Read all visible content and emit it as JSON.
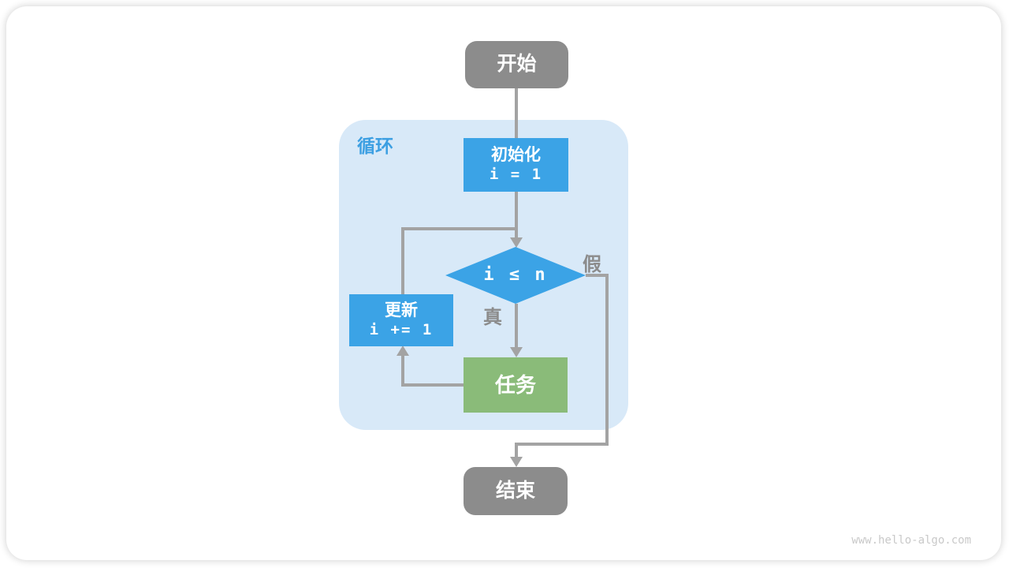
{
  "flowchart": {
    "loop_label": "循环",
    "nodes": {
      "start": {
        "label": "开始"
      },
      "init": {
        "label": "初始化",
        "code": "i = 1"
      },
      "condition": {
        "code": "i ≤ n"
      },
      "update": {
        "label": "更新",
        "code": "i += 1"
      },
      "task": {
        "label": "任务"
      },
      "end": {
        "label": "结束"
      }
    },
    "edge_labels": {
      "true_branch": "真",
      "false_branch": "假"
    },
    "colors": {
      "node_blue": "#3ba3e6",
      "node_green": "#8abb79",
      "node_gray": "#8c8c8c",
      "loop_background": "#d8e9f8",
      "loop_label_blue": "#3c9fe2",
      "connector_gray": "#a3a3a3",
      "edge_label_gray": "#8c8c8c",
      "watermark_gray": "#c9c9c9"
    }
  },
  "watermark": "www.hello-algo.com"
}
